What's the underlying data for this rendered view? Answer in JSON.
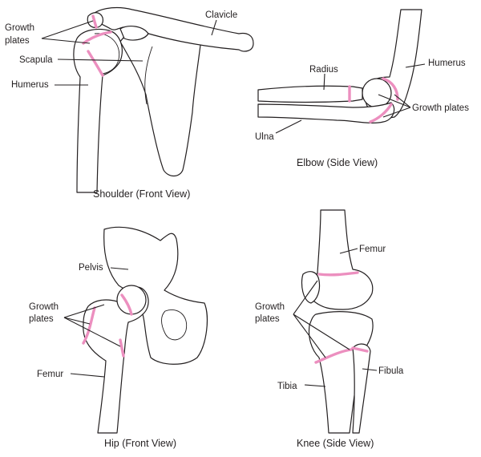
{
  "colors": {
    "bone_outline": "#231f20",
    "growth_plate": "#ec8fbf",
    "background": "#ffffff"
  },
  "panels": {
    "shoulder": {
      "caption": "Shoulder (Front View)",
      "labels": {
        "clavicle": "Clavicle",
        "growth_plates_1": "Growth",
        "growth_plates_2": "plates",
        "scapula": "Scapula",
        "humerus": "Humerus"
      }
    },
    "elbow": {
      "caption": "Elbow (Side View)",
      "labels": {
        "radius": "Radius",
        "humerus": "Humerus",
        "growth_plates": "Growth plates",
        "ulna": "Ulna"
      }
    },
    "hip": {
      "caption": "Hip (Front View)",
      "labels": {
        "pelvis": "Pelvis",
        "growth_plates_1": "Growth",
        "growth_plates_2": "plates",
        "femur": "Femur"
      }
    },
    "knee": {
      "caption": "Knee (Side View)",
      "labels": {
        "femur": "Femur",
        "growth_plates_1": "Growth",
        "growth_plates_2": "plates",
        "tibia": "Tibia",
        "fibula": "Fibula"
      }
    }
  }
}
